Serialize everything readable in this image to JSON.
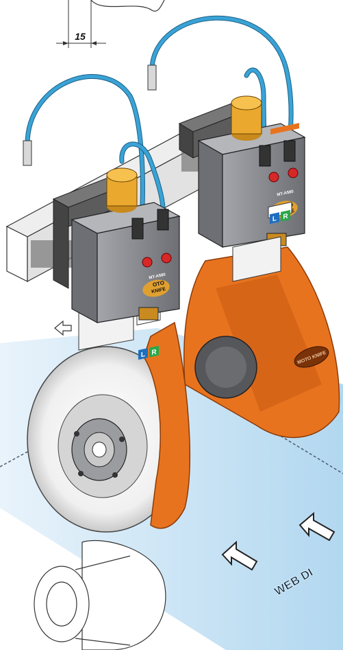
{
  "dimension": {
    "value": "15"
  },
  "knife_module": {
    "model": "MT-A580",
    "brand_line1": "OTO",
    "brand_line2": "KNIFE",
    "left_label": "L",
    "right_label": "R"
  },
  "seal_text": "MOTO KNIFE",
  "web_direction_label": "WEB DI",
  "colors": {
    "orange": "#e8731f",
    "orange_dark": "#b8520e",
    "body_gray": "#8f9196",
    "body_dark": "#5a5c60",
    "hose_blue": "#3aa3d6",
    "web_blue": "#cfe5f5",
    "red_button": "#d62828",
    "green_label": "#2aa84a",
    "blue_label": "#1f6fbf"
  }
}
